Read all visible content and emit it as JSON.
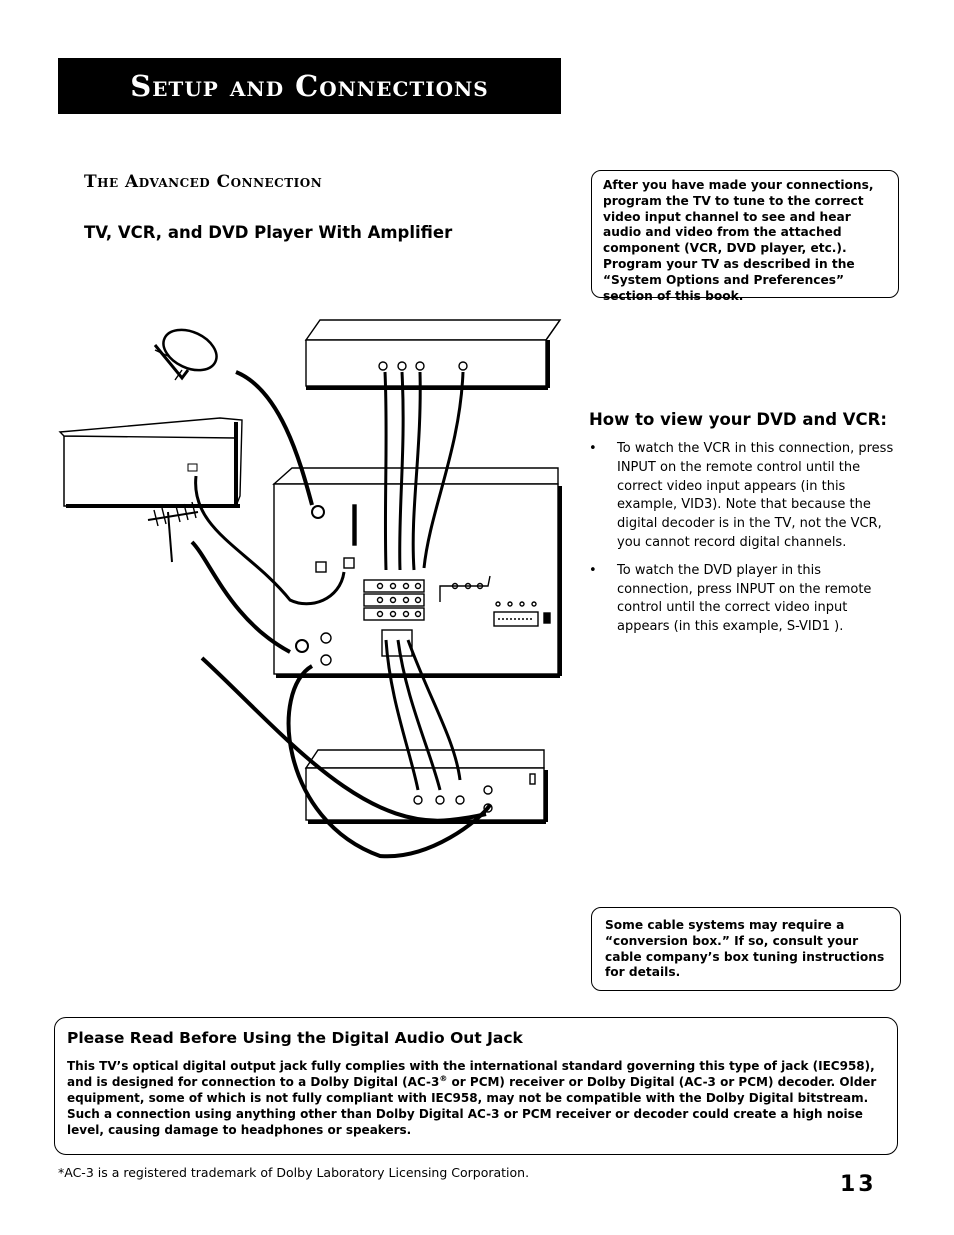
{
  "header": {
    "title": "Setup and Connections"
  },
  "section": {
    "title": "The Advanced Connection",
    "subtitle": "TV, VCR, and DVD Player With Amplifier"
  },
  "note_top": {
    "text": "After you have made your connections, program the TV to tune to the correct video input channel to see and hear audio and video from the attached component (VCR, DVD player, etc.). Program your TV as described in the “System Options and Preferences” section of this book."
  },
  "howto": {
    "title": "How to view your DVD and VCR:",
    "items": [
      {
        "bullet": "•",
        "text": "To watch the VCR in this connection, press INPUT on the remote control until the correct video input appears (in this example, VID3). Note that because the digital decoder is in the TV, not the VCR, you cannot record digital channels."
      },
      {
        "bullet": "•",
        "text": "To watch the DVD player in this connection, press INPUT on the remote control until the correct video input appears (in this example, S-VID1 )."
      }
    ]
  },
  "note_cable": {
    "text": "Some cable systems may require a “conversion box.” If so, consult your cable company’s box tuning instructions for details."
  },
  "digital_notice": {
    "title": "Please Read Before Using the Digital Audio Out Jack",
    "body_part1": "This TV’s optical digital output jack fully complies with the international standard governing this type of jack (IEC958), and is designed for connection to a Dolby Digital (AC-3",
    "body_sup": "®",
    "body_part2": " or PCM) receiver or Dolby Digital (AC-3 or PCM) decoder. Older equipment, some of which is not fully compliant with IEC958, may not be compatible with the Dolby Digital bitstream. Such a connection using anything other than Dolby Digital AC-3 or PCM receiver or decoder could create a high noise level, causing damage to headphones or speakers."
  },
  "footnote": {
    "text": "*AC-3 is a registered trademark of Dolby Laboratory Licensing Corporation."
  },
  "page_number": {
    "text": "13"
  },
  "diagram": {
    "icons": [
      "satellite-dish-icon",
      "cable-box-icon",
      "antenna-icon",
      "dvd-player-icon",
      "tv-back-panel-icon",
      "vcr-icon"
    ]
  }
}
